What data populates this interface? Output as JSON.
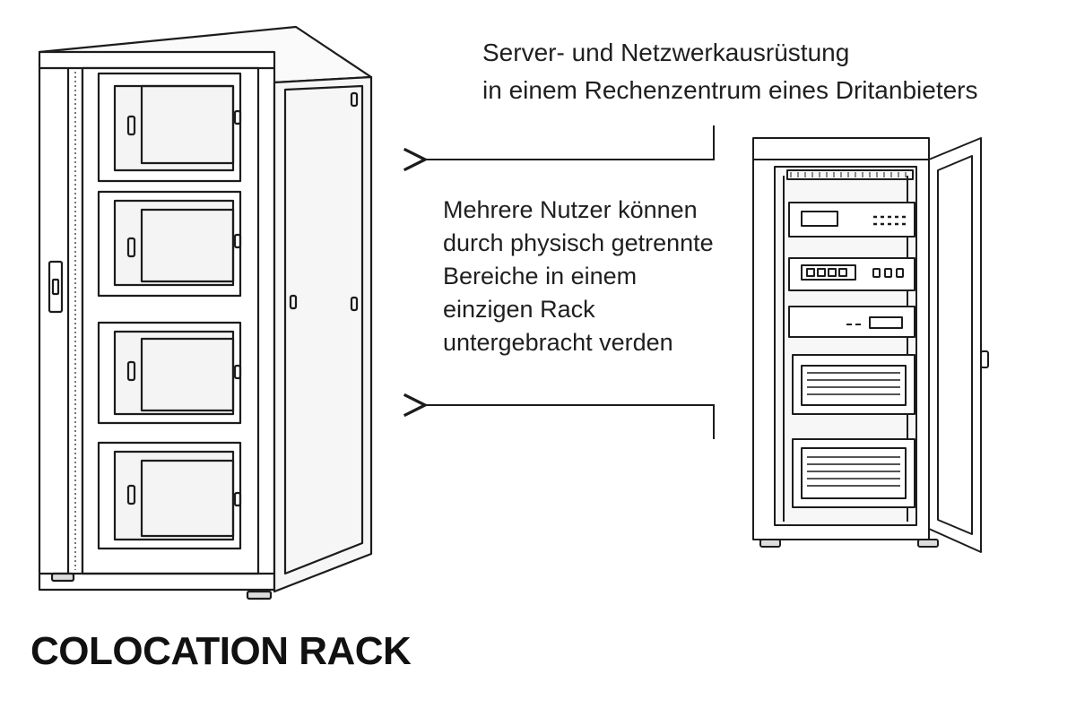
{
  "caption_top": {
    "line1": "Server- und Netzwerkausrüstung",
    "line2": "in einem Rechenzentrum eines Dritanbieters"
  },
  "caption_middle": {
    "line1": "Mehrere Nutzer können",
    "line2": "durch physisch getrennte",
    "line3": "Bereiche in einem",
    "line4": "einzigen Rack",
    "line5": "untergebracht verden"
  },
  "title": "COLOCATION RACK",
  "icons": [
    "colocation-cabinet-icon",
    "open-server-rack-icon",
    "arrow-left-icon"
  ],
  "colors": {
    "ink": "#1c1c1c",
    "background": "#ffffff",
    "panel": "#f4f4f4"
  }
}
